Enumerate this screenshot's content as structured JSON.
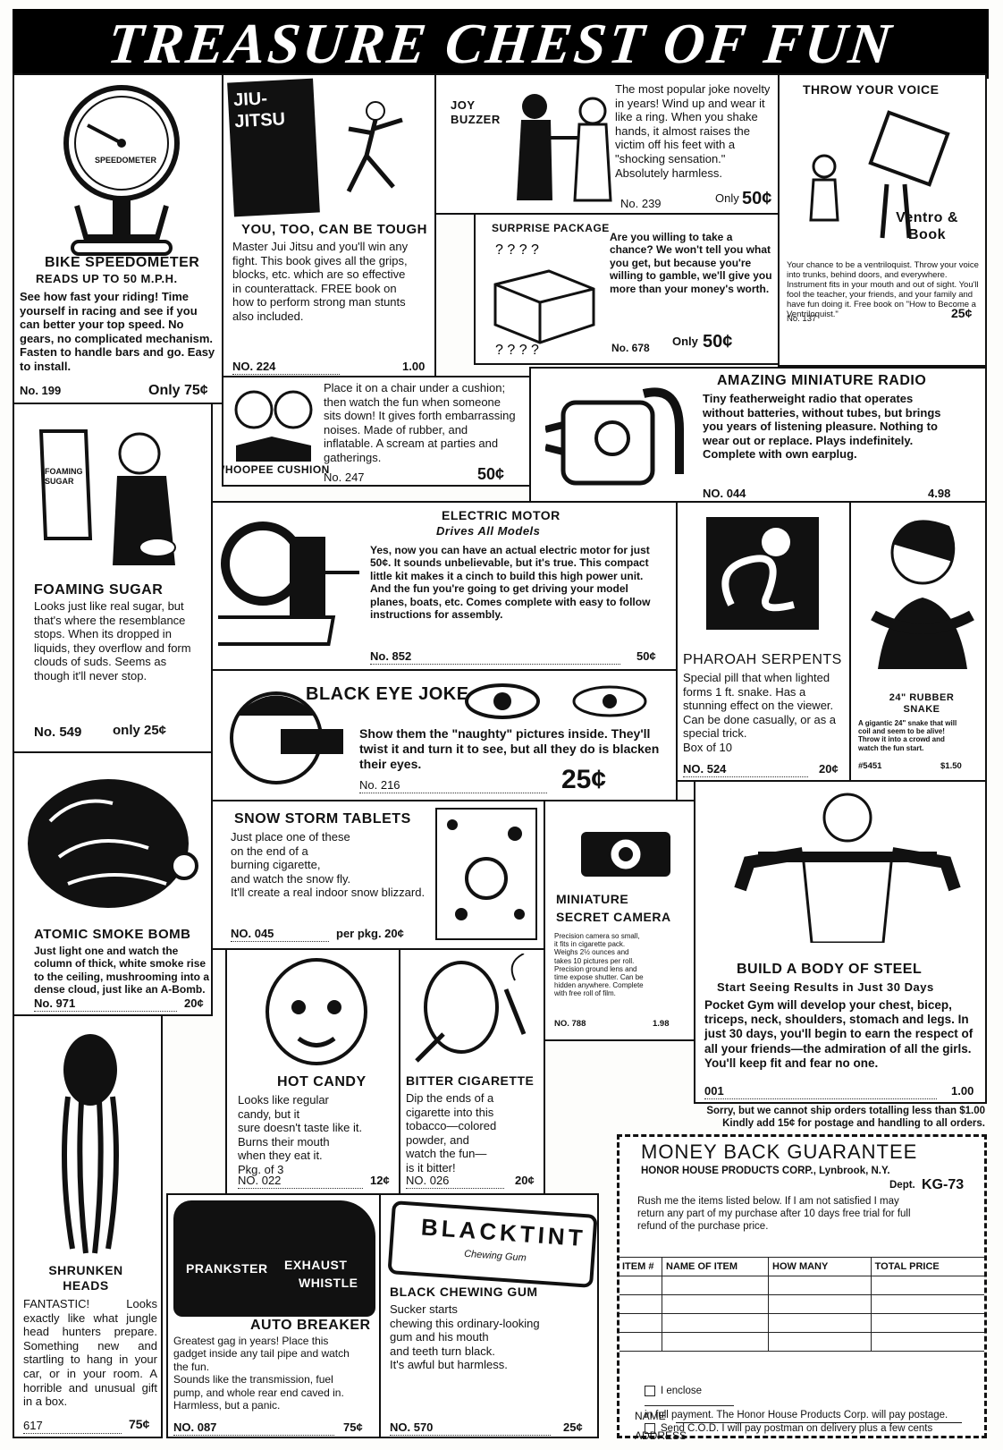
{
  "banner": {
    "title": "TREASURE CHEST OF FUN"
  },
  "ads": {
    "speedometer": {
      "dial_text": "SPEEDOMETER",
      "title": "BIKE SPEEDOMETER",
      "subtitle": "READS UP TO 50 M.P.H.",
      "body": "See how fast your riding! Time yourself in racing and see if you can better your top speed. No gears, no complicated mechanism. Fasten to handle bars and go. Easy to install.",
      "number": "No. 199",
      "price": "Only 75¢"
    },
    "jiujitsu": {
      "book_title": "JIU-JITSU",
      "title": "YOU, TOO, CAN BE TOUGH",
      "body": "Master Jui Jitsu and you'll win any fight. This book gives all the grips, blocks, etc. which are so effective in counterattack. FREE book on how to perform strong man stunts also included.",
      "number": "NO. 224",
      "price": "1.00"
    },
    "joy_buzzer": {
      "label": "JOY BUZZER",
      "body": "The most popular joke novelty in years! Wind up and wear it like a ring. When you shake hands, it almost raises the victim off his feet with a \"shocking sensation.\" Absolutely harmless.",
      "number": "No. 239",
      "price_prefix": "Only",
      "price": "50¢"
    },
    "throw_voice": {
      "title": "THROW YOUR VOICE",
      "badge": "Ventro & Book",
      "body": "Your chance to be a ventriloquist. Throw your voice into trunks, behind doors, and everywhere. Instrument fits in your mouth and out of sight. You'll fool the teacher, your friends, and your family and have fun doing it. Free book on \"How to Become a Ventriloquist.\"",
      "number": "No. 137",
      "price": "25¢"
    },
    "surprise": {
      "title": "SURPRISE PACKAGE",
      "body": "Are you willing to take a chance? We won't tell you what you get, but because you're willing to gamble, we'll give you more than your money's worth.",
      "number": "No. 678",
      "price_prefix": "Only",
      "price": "50¢"
    },
    "whoopee": {
      "label": "WHOOPEE CUSHION",
      "body": "Place it on a chair under a cushion; then watch the fun when someone sits down! It gives forth embarrassing noises. Made of rubber, and inflatable. A scream at parties and gatherings.",
      "number": "No. 247",
      "price": "50¢"
    },
    "radio": {
      "title": "AMAZING MINIATURE RADIO",
      "body": "Tiny featherweight radio that operates without batteries, without tubes, but brings you years of listening pleasure. Nothing to wear out or replace. Plays indefinitely. Complete with own earplug.",
      "number": "NO. 044",
      "price": "4.98"
    },
    "foaming_sugar": {
      "jar_label": "FOAMING SUGAR",
      "title": "FOAMING SUGAR",
      "body": "Looks just like real sugar, but that's where the resemblance stops. When its dropped in liquids, they overflow and form clouds of suds. Seems as though it'll never stop.",
      "number": "No. 549",
      "price": "only 25¢"
    },
    "motor": {
      "title": "ELECTRIC MOTOR",
      "subtitle": "Drives All Models",
      "body": "Yes, now you can have an actual electric motor for just 50¢. It sounds unbelievable, but it's true. This compact little kit makes it a cinch to build this high power unit. And the fun you're going to get driving your model planes, boats, etc. Comes complete with easy to follow instructions for assembly.",
      "number": "No. 852",
      "price": "50¢"
    },
    "serpents": {
      "title": "PHAROAH SERPENTS",
      "body": "Special pill that when lighted forms 1 ft. snake. Has a stunning effect on the viewer. Can be done casually, or as a special trick.\nBox of 10",
      "number": "NO. 524",
      "price": "20¢"
    },
    "rubber_snake": {
      "title": "24\" RUBBER SNAKE",
      "body": "A gigantic 24\" snake that will coil and seem to be alive! Throw it into a crowd and watch the fun start.",
      "number": "#5451",
      "price": "$1.50"
    },
    "black_eye": {
      "title": "BLACK EYE JOKE",
      "body": "Show them the \"naughty\" pictures inside. They'll twist it and turn it to see, but all they do is blacken their eyes.",
      "number": "No. 216",
      "price": "25¢"
    },
    "smoke_bomb": {
      "title": "ATOMIC SMOKE BOMB",
      "body": "Just light one and watch the column of thick, white smoke rise to the ceiling, mushrooming into a dense cloud, just like an A-Bomb.",
      "number": "No. 971",
      "price": "20¢"
    },
    "snow_storm": {
      "title": "SNOW STORM TABLETS",
      "body": "Just place one of these\non the end of a\nburning cigarette,\nand watch the snow fly.\nIt'll create a real indoor snow blizzard.",
      "number": "NO. 045",
      "price": "per pkg. 20¢"
    },
    "camera": {
      "title": "MINIATURE\nSECRET CAMERA",
      "body": "Precision camera so small, it fits in cigarette pack. Weighs 2½ ounces and takes 10 pictures per roll. Precision ground lens and time expose shutter. Can be hidden anywhere. Complete with free roll of film.",
      "number": "NO. 788",
      "price": "1.98"
    },
    "body_steel": {
      "title": "BUILD A BODY OF STEEL",
      "subtitle": "Start Seeing Results in Just 30 Days",
      "body": "Pocket Gym will develop your chest, bicep, triceps, neck, shoulders, stomach and legs. In just 30 days, you'll begin to earn the respect of all your friends—the admiration of all the girls. You'll keep fit and fear no one.",
      "number": "001",
      "price": "1.00"
    },
    "hot_candy": {
      "title": "HOT CANDY",
      "body": "Looks like regular\ncandy, but it\nsure doesn't taste like it.\nBurns their mouth\nwhen they eat it.\nPkg. of 3",
      "number": "NO. 022",
      "price": "12¢"
    },
    "bitter_cig": {
      "title": "BITTER CIGARETTE",
      "body": "Dip the ends of a\ncigarette into this\ntobacco—colored\npowder, and\nwatch the fun—\nis it bitter!",
      "number": "NO. 026",
      "price": "20¢"
    },
    "shrunken": {
      "title": "SHRUNKEN\nHEADS",
      "body": "FANTASTIC! Looks exactly like what jungle head hunters prepare. Something new and startling to hang in your car, or in your room. A horrible and unusual gift in a box.",
      "number": "617",
      "price": "75¢"
    },
    "exhaust": {
      "sign1": "PRANKSTER",
      "sign2": "EXHAUST",
      "sign3": "WHISTLE",
      "title": "AUTO BREAKER",
      "body": "Greatest gag in years! Place this gadget inside any tail pipe and watch the fun.\nSounds like the transmission, fuel pump, and whole rear end caved in.\nHarmless, but a panic.",
      "number": "NO. 087",
      "price": "75¢"
    },
    "gum": {
      "pack_label": "BLACKTINT",
      "pack_sub": "Chewing Gum",
      "title": "BLACK CHEWING GUM",
      "body": "Sucker starts\nchewing this ordinary-looking\ngum and his mouth\nand teeth turn black.\nIt's awful but harmless.",
      "number": "NO. 570",
      "price": "25¢"
    }
  },
  "order": {
    "notice": "Sorry, but we cannot ship orders totalling less than $1.00\nKindly add 15¢ for postage and handling to all orders.",
    "title": "MONEY BACK GUARANTEE",
    "company": "HONOR HOUSE PRODUCTS CORP., Lynbrook, N.Y.",
    "dept_label": "Dept.",
    "dept": "KG-73",
    "instructions": "Rush me the items listed below. If I am not satisfied I may return any part of my purchase after 10 days free trial for full refund of the purchase price.",
    "columns": [
      "ITEM #",
      "NAME OF ITEM",
      "HOW MANY",
      "TOTAL PRICE"
    ],
    "enclose_prefix": "I enclose",
    "enclose_suffix": "in full payment. The Honor House Products Corp. will pay postage.",
    "cod": "Send C.O.D. I will pay postman on delivery plus a few cents postage.",
    "name_label": "NAME",
    "address_label": "ADDRESS"
  }
}
